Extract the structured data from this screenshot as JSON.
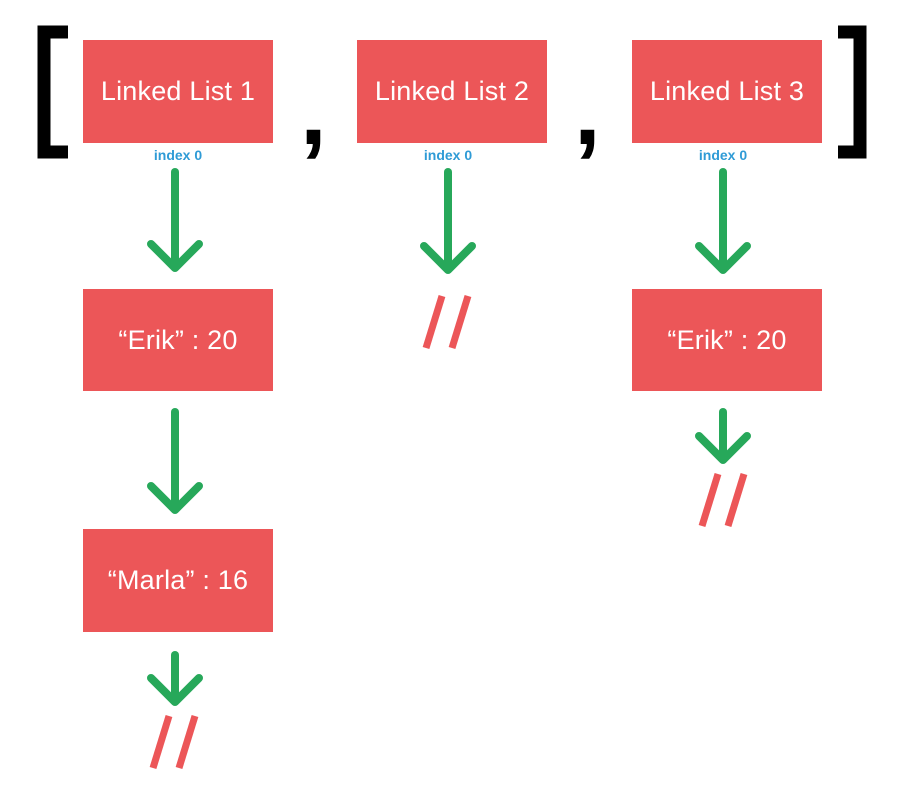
{
  "colors": {
    "box": "#ec5658",
    "box_text": "#ffffff",
    "arrow": "#27a85a",
    "null_marker": "#ec5658",
    "index_label": "#2f9bd6",
    "bracket": "#000000"
  },
  "array": {
    "open_bracket": "[",
    "close_bracket": "]",
    "separators": [
      ",",
      ","
    ]
  },
  "buckets": [
    {
      "head_label": "Linked List 1",
      "index_label": "index 0",
      "nodes": [
        {
          "label": "“Erik” : 20"
        },
        {
          "label": "“Marla” : 16"
        }
      ],
      "terminator": "//"
    },
    {
      "head_label": "Linked List 2",
      "index_label": "index 0",
      "nodes": [],
      "terminator": "//"
    },
    {
      "head_label": "Linked List 3",
      "index_label": "index 0",
      "nodes": [
        {
          "label": "“Erik” : 20"
        }
      ],
      "terminator": "//"
    }
  ]
}
